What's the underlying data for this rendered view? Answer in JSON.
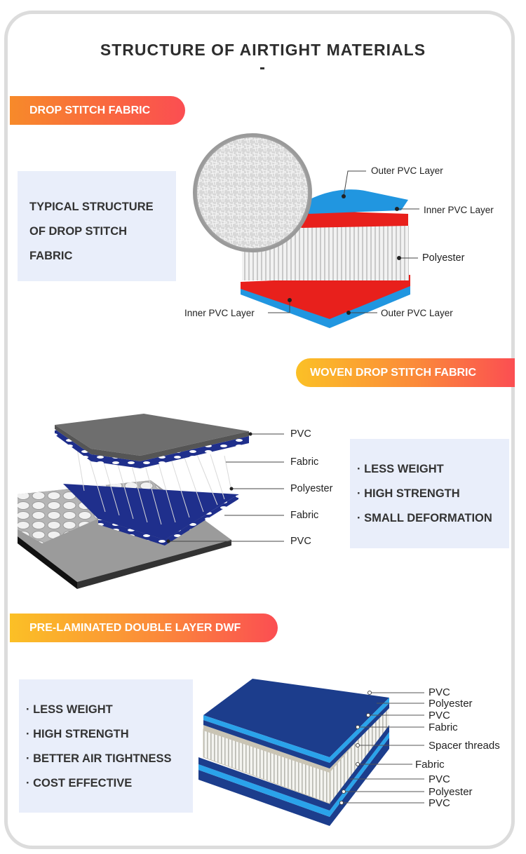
{
  "header": {
    "title": "STRUCTURE OF AIRTIGHT MATERIALS"
  },
  "section1": {
    "banner": "DROP STITCH FABRIC",
    "description": [
      "TYPICAL STRUCTURE",
      "OF DROP STITCH",
      "FABRIC"
    ],
    "labels": {
      "outer_top": "Outer PVC Layer",
      "inner_top": "Inner PVC Layer",
      "polyester": "Polyester",
      "inner_bottom": "Inner PVC Layer",
      "outer_bottom": "Outer PVC Layer"
    }
  },
  "section2": {
    "banner": "WOVEN DROP STITCH FABRIC",
    "features": [
      "· LESS WEIGHT",
      "· HIGH STRENGTH",
      "· SMALL DEFORMATION"
    ],
    "labels": [
      "PVC",
      "Fabric",
      "Polyester",
      "Fabric",
      "PVC"
    ]
  },
  "section3": {
    "banner": "PRE-LAMINATED DOUBLE LAYER DWF",
    "features": [
      "· LESS WEIGHT",
      "· HIGH STRENGTH",
      "· BETTER AIR TIGHTNESS",
      "· COST EFFECTIVE"
    ],
    "labels": [
      "PVC",
      "Polyester",
      "PVC",
      "Fabric",
      "Spacer threads",
      "Fabric",
      "PVC",
      "Polyester",
      "PVC"
    ]
  },
  "colors": {
    "blue_layer": "#2196e0",
    "red_layer": "#e8201c",
    "navy_layer": "#1c3d8c",
    "accent_orange": "#fa5f45"
  }
}
